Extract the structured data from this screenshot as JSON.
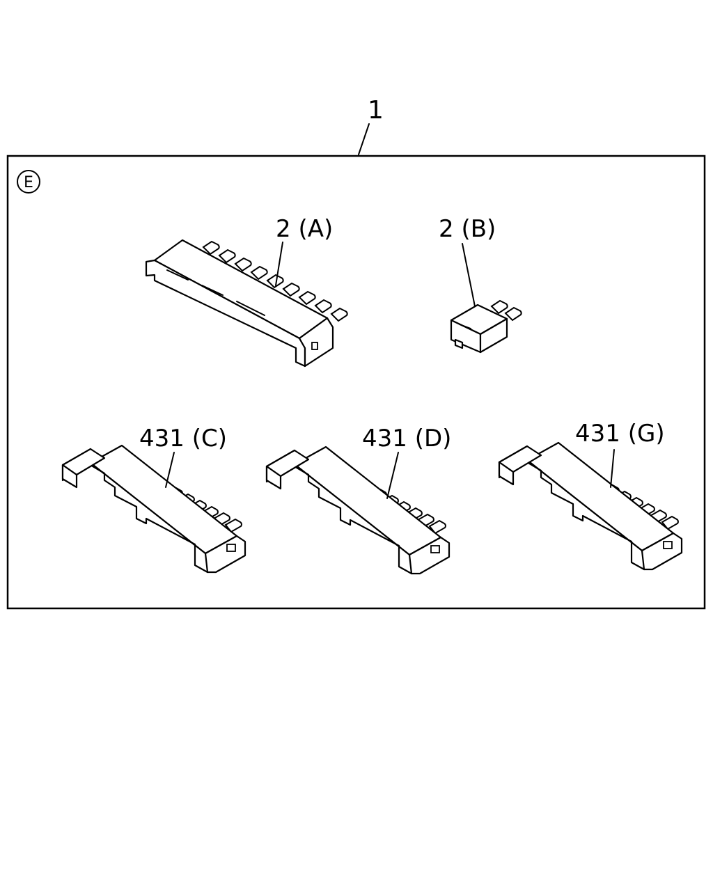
{
  "diagram": {
    "assembly_label": "1",
    "view_marker": "E",
    "parts": [
      {
        "id": "A",
        "label": "2 (A)"
      },
      {
        "id": "B",
        "label": "2 (B)"
      },
      {
        "id": "C",
        "label": "431 (C)"
      },
      {
        "id": "D",
        "label": "431 (D)"
      },
      {
        "id": "G",
        "label": "431 (G)"
      }
    ]
  }
}
